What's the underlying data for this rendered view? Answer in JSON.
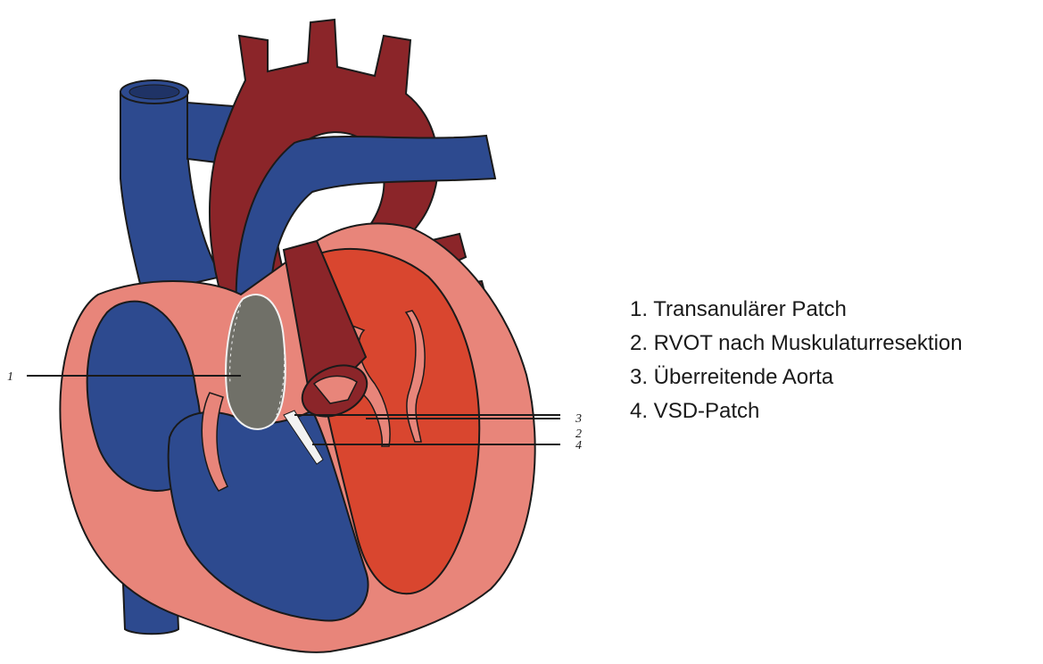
{
  "diagram": {
    "subject": "heart",
    "colors": {
      "deoxygenated": "#2d4a8f",
      "oxygenated": "#8b2529",
      "myocardium": "#e8857a",
      "left_ventricle": "#d9462f",
      "patch": "#707068",
      "outline": "#1a1a1a"
    },
    "callouts": [
      {
        "number": "1",
        "label": "Transanulärer Patch"
      },
      {
        "number": "2",
        "label": "RVOT nach Muskulaturresektion"
      },
      {
        "number": "3",
        "label": "Überreitende Aorta"
      },
      {
        "number": "4",
        "label": "VSD-Patch"
      }
    ],
    "legend": [
      "1. Transanulärer Patch",
      "2. RVOT nach Muskulaturresektion",
      "3. Überreitende Aorta",
      "4. VSD-Patch"
    ]
  }
}
